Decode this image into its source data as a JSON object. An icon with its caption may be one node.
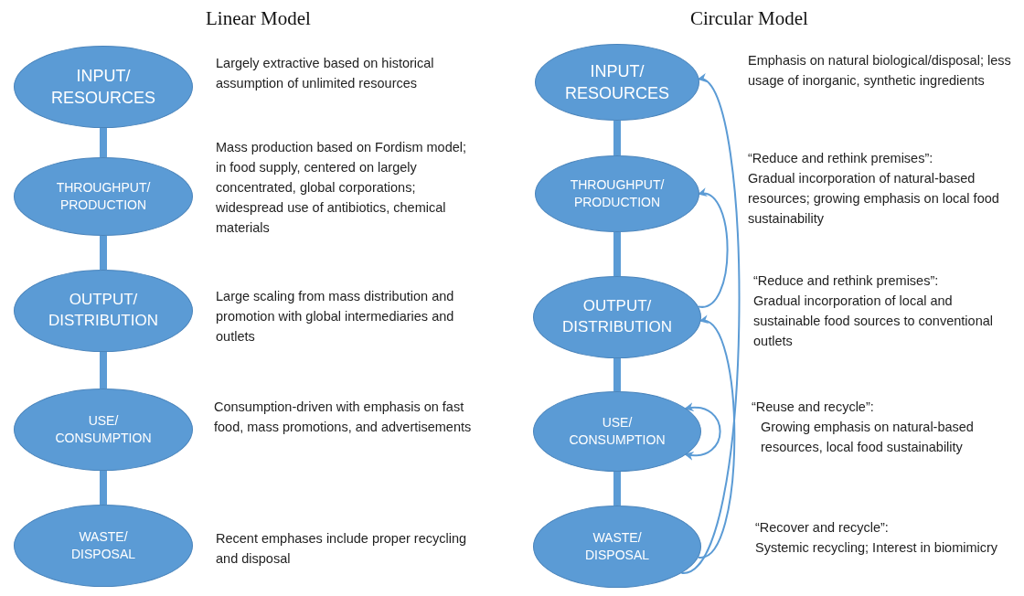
{
  "diagram": {
    "nodes": [
      {
        "text": [
          "INPUT/ RESOURCES"
        ],
        "beside": [
          "Largely extractive based on historical assumption of unlimited resources"
        ]
      },
      {
        "text": [
          "THROUGHPUT/ PRODUCTION"
        ],
        "beside": [
          "Mass production based on Fordism model; in food supply, centered on largely concentrated, global corporations; widespread use of antibiotics, chemical materials"
        ]
      },
      {
        "text": [
          "OUTPUT/ DISTRIBUTION"
        ],
        "beside": [
          "Large scaling from mass distribution and promotion with global intermediaries and outlets"
        ]
      },
      {
        "text": [
          "USE/ CONSUMPTION"
        ],
        "beside": [
          "Consumption-driven with emphasis on fast food, mass promotions, and advertisements"
        ]
      },
      {
        "text": [
          "WASTE/ DISPOSAL"
        ],
        "beside": [
          "Recent emphases include proper recycling and disposal"
        ]
      },
      {
        "text": [
          "INPUT/ RESOURCES"
        ],
        "beside": [
          "Emphasis on natural biological/disposal; less usage of inorganic, synthetic ingredients"
        ]
      },
      {
        "text": [
          "THROUGHPUT/ PRODUCTION"
        ],
        "beside": [
          "“Reduce and rethink premises”:",
          "Gradual incorporation of natural-based resources; growing emphasis on local food sustainability"
        ]
      },
      {
        "text": [
          "OUTPUT/ DISTRIBUTION"
        ],
        "beside": [
          "“Reduce and rethink premises”:",
          "Gradual incorporation of local and sustainable food sources to conventional outlets"
        ]
      },
      {
        "text": [
          "USE/ CONSUMPTION"
        ],
        "beside": [
          "“Reuse and recycle”:",
          "Growing emphasis on natural-based resources, local food sustainability"
        ]
      },
      {
        "text": [
          "WASTE/ DISPOSAL"
        ],
        "beside": [
          "“Recover and recycle”:",
          "Systemic recycling; Interest in biomimicry"
        ]
      }
    ],
    "edges": [
      {
        "from": 0,
        "to": 1,
        "arrow": "to"
      },
      {
        "from": 1,
        "to": 2,
        "arrow": "to"
      },
      {
        "from": 2,
        "to": 3,
        "arrow": "to"
      },
      {
        "from": 3,
        "to": 4,
        "arrow": "to"
      },
      {
        "from": 5,
        "to": 6,
        "arrow": "to"
      },
      {
        "from": 6,
        "to": 7,
        "arrow": "to"
      },
      {
        "from": 7,
        "to": 8,
        "arrow": "to"
      },
      {
        "from": 8,
        "to": 9,
        "arrow": "to"
      },
      {
        "from": 9,
        "to": 5,
        "arrow": "to"
      },
      {
        "from": 7,
        "to": 6,
        "arrow": "to"
      },
      {
        "from": 9,
        "to": 7,
        "arrow": "to"
      },
      {
        "from": 8,
        "to": 8,
        "arrow": "both"
      }
    ],
    "labels": [
      "Linear Model",
      "Circular Model"
    ]
  }
}
